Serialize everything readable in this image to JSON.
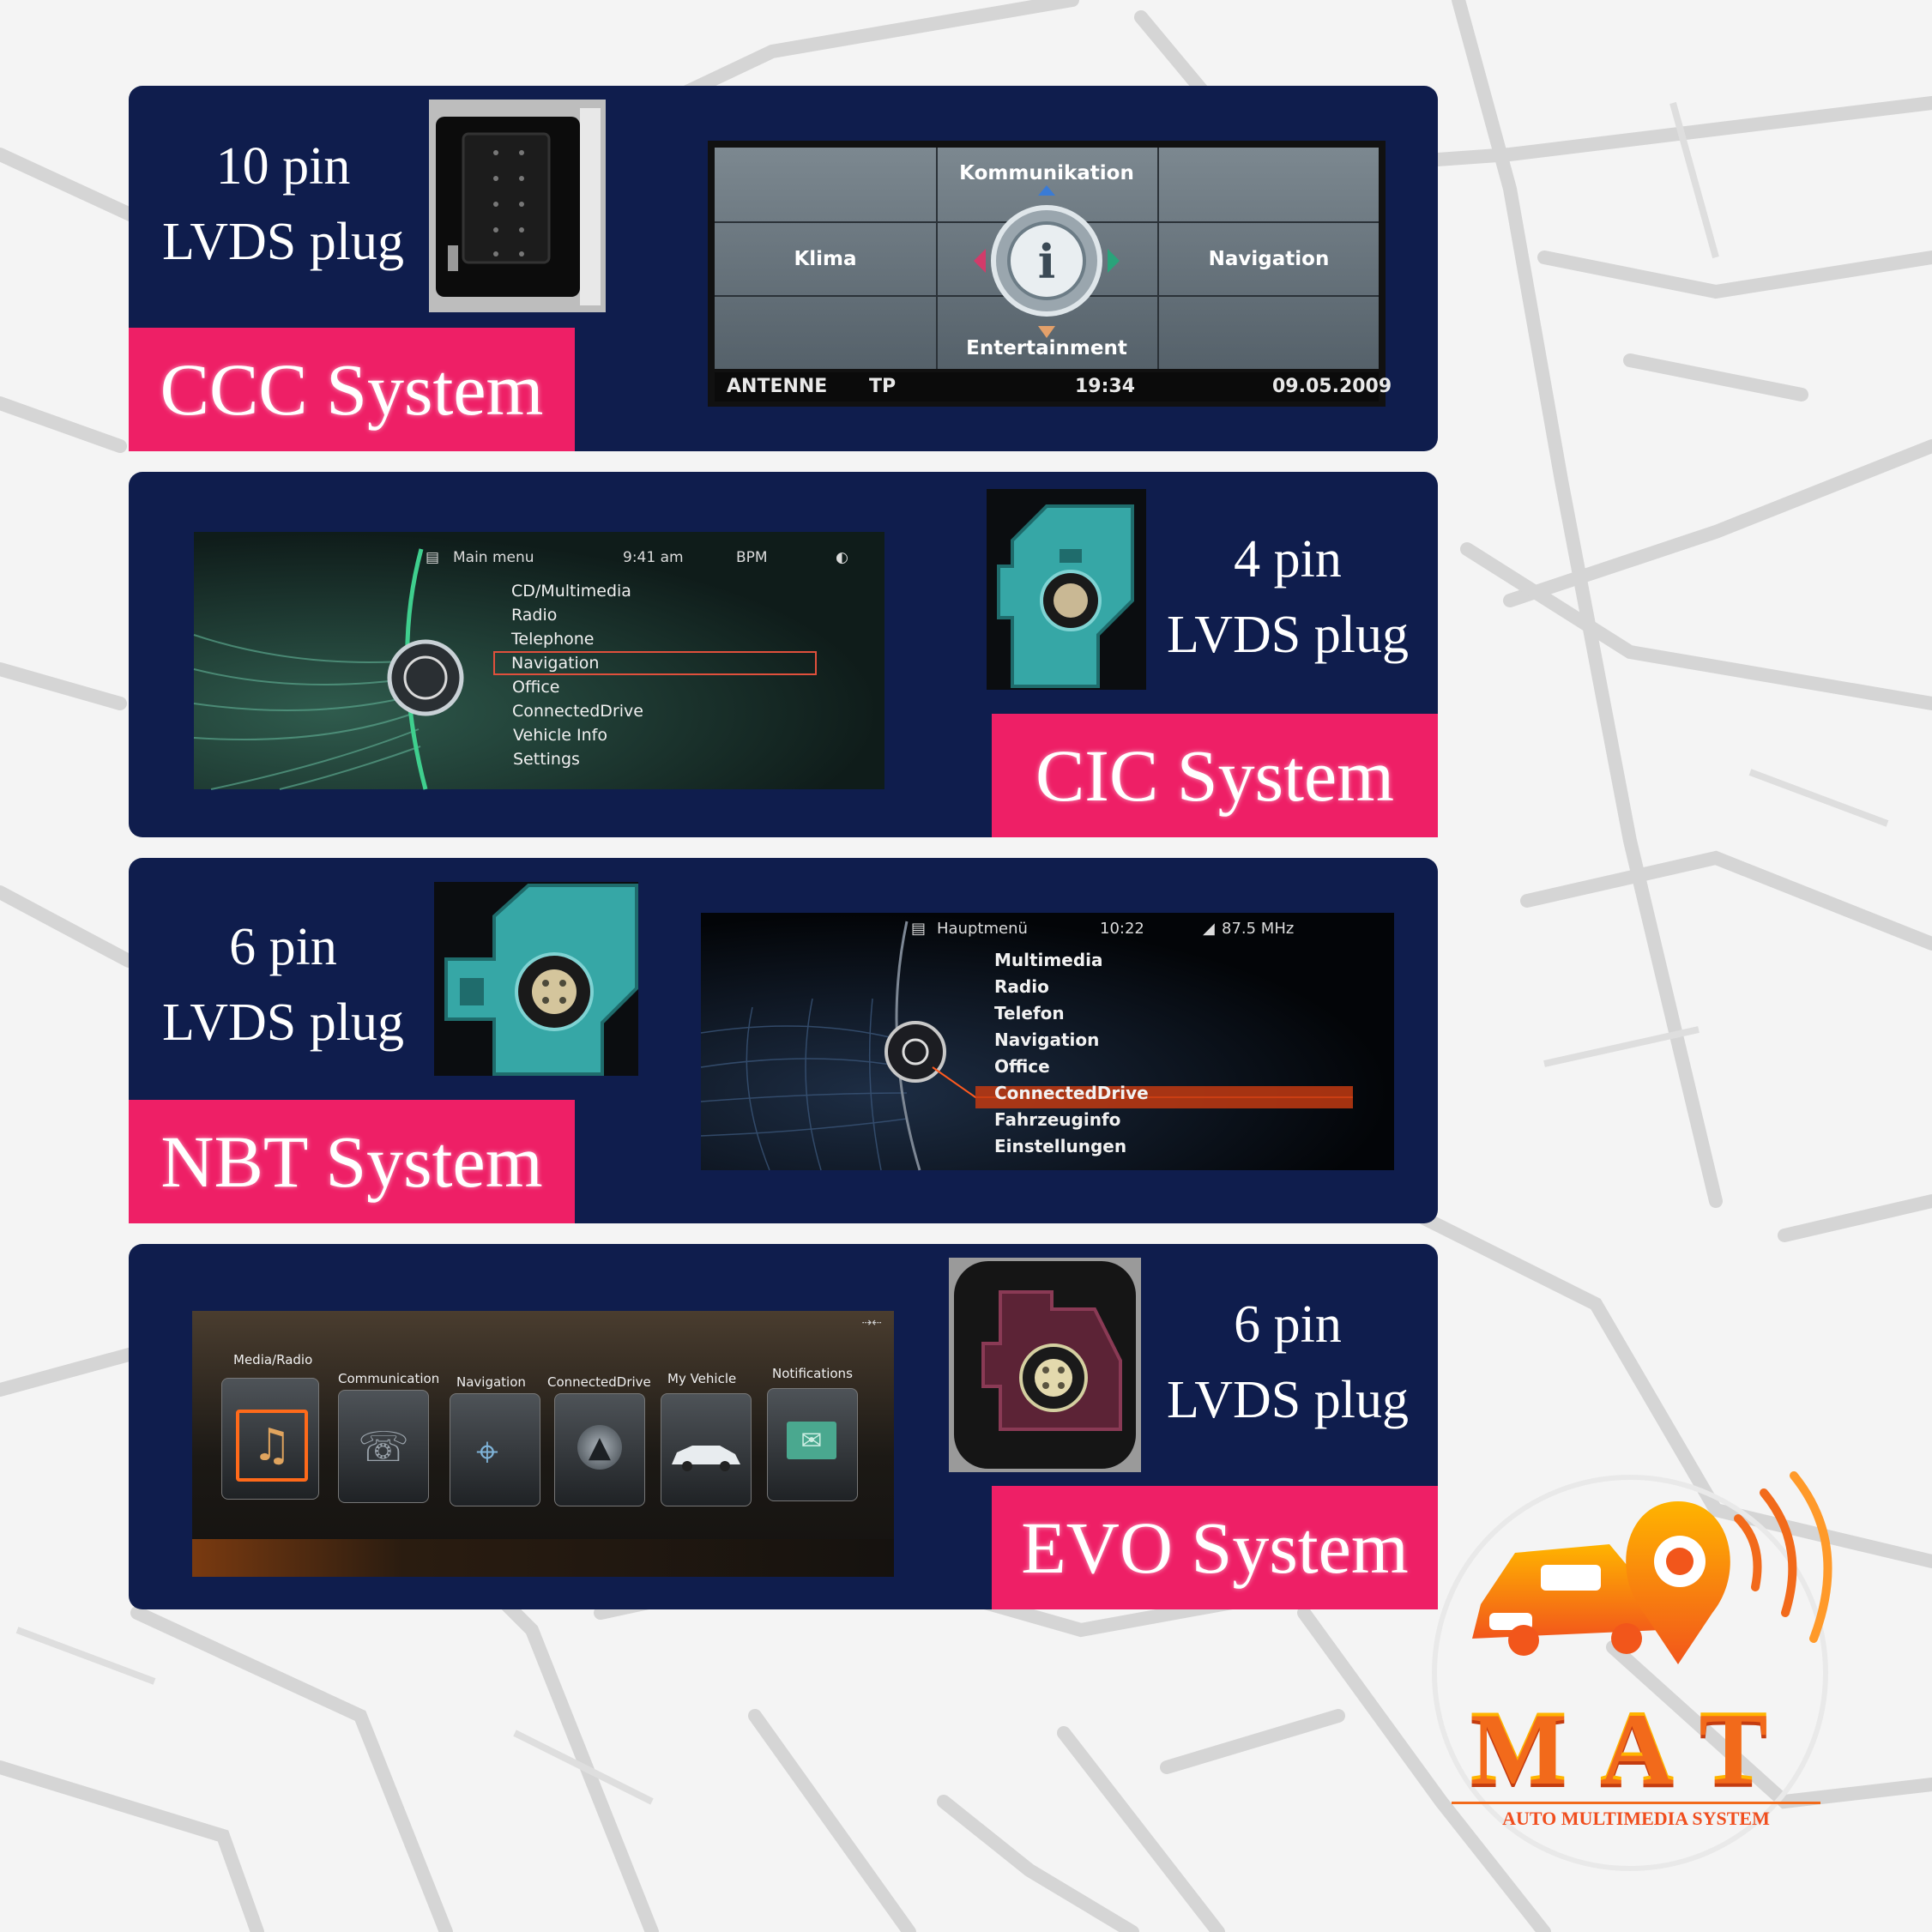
{
  "cards": [
    {
      "pin_count": "10 pin",
      "plug_label": "LVDS plug",
      "system_label": "CCC System",
      "screen": {
        "cells": {
          "top": "Kommunikation",
          "left": "Klima",
          "right": "Navigation",
          "bottom": "Entertainment"
        },
        "status": {
          "source": "ANTENNE",
          "tp": "TP",
          "time": "19:34",
          "date": "09.05.2009"
        }
      }
    },
    {
      "pin_count": "4 pin",
      "plug_label": "LVDS plug",
      "system_label": "CIC System",
      "screen": {
        "title": "Main menu",
        "time": "9:41 am",
        "source": "BPM",
        "items": [
          "CD/Multimedia",
          "Radio",
          "Telephone",
          "Navigation",
          "Office",
          "ConnectedDrive",
          "Vehicle Info",
          "Settings"
        ],
        "selected_index": 3
      }
    },
    {
      "pin_count": "6 pin",
      "plug_label": "LVDS plug",
      "system_label": "NBT System",
      "screen": {
        "title": "Hauptmenü",
        "time": "10:22",
        "radio": "87.5 MHz",
        "items": [
          "Multimedia",
          "Radio",
          "Telefon",
          "Navigation",
          "Office",
          "ConnectedDrive",
          "Fahrzeuginfo",
          "Einstellungen"
        ],
        "selected_index": 5
      }
    },
    {
      "pin_count": "6 pin",
      "plug_label": "LVDS plug",
      "system_label": "EVO System",
      "screen": {
        "tiles": [
          "Media/Radio",
          "Communication",
          "Navigation",
          "ConnectedDrive",
          "My Vehicle",
          "Notifications"
        ],
        "selected_index": 0
      }
    }
  ],
  "logo": {
    "letters": "MAT",
    "tagline": "AUTO MULTIMEDIA SYSTEM"
  },
  "colors": {
    "card_bg": "#0f1d4d",
    "label_bg": "#ee1f66",
    "logo_orange": "#f26a1b",
    "logo_yellow": "#ffb400"
  }
}
